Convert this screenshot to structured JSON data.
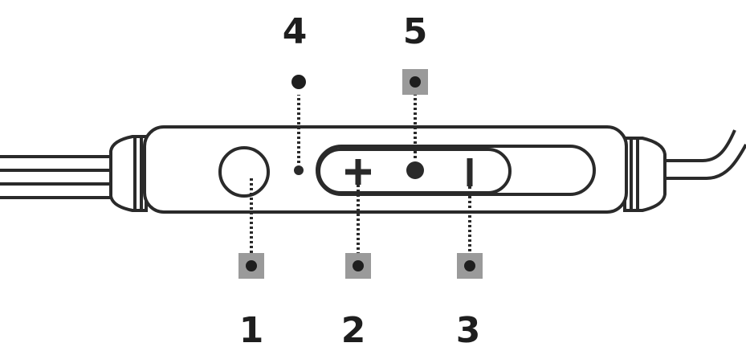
{
  "callouts": [
    {
      "number": "1",
      "target": "multifunction-button"
    },
    {
      "number": "2",
      "target": "volume-up-button"
    },
    {
      "number": "3",
      "target": "volume-down-button"
    },
    {
      "number": "4",
      "target": "microphone"
    },
    {
      "number": "5",
      "target": "play-pause-button"
    }
  ],
  "colors": {
    "line": "#2a2a2a",
    "marker": "#9a9a9a",
    "background": "#ffffff"
  }
}
